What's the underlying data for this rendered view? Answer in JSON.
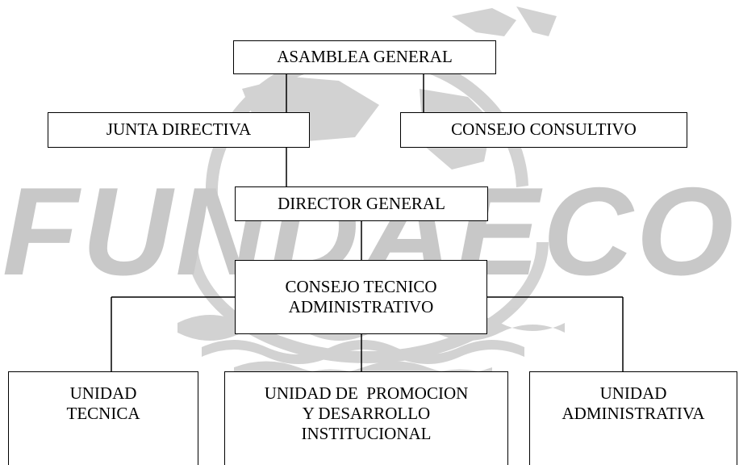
{
  "org_chart": {
    "asamblea": "ASAMBLEA GENERAL",
    "junta": "JUNTA DIRECTIVA",
    "consejo_consultivo": "CONSEJO CONSULTIVO",
    "director": "DIRECTOR GENERAL",
    "consejo_tecnico": {
      "line1": "CONSEJO TECNICO",
      "line2": "ADMINISTRATIVO"
    },
    "unidad_tecnica": {
      "line1": "UNIDAD",
      "line2": "TECNICA"
    },
    "unidad_promocion": {
      "line1": "UNIDAD DE  PROMOCION",
      "line2": "Y DESARROLLO",
      "line3": "INSTITUCIONAL"
    },
    "unidad_administrativa": {
      "line1": "UNIDAD",
      "line2": "ADMINISTRATIVA"
    }
  },
  "watermark": {
    "text": "FUNDAECO",
    "color": "#b9b9b9"
  },
  "colors": {
    "line": "#000000",
    "box_border": "#000000",
    "background": "#ffffff"
  }
}
